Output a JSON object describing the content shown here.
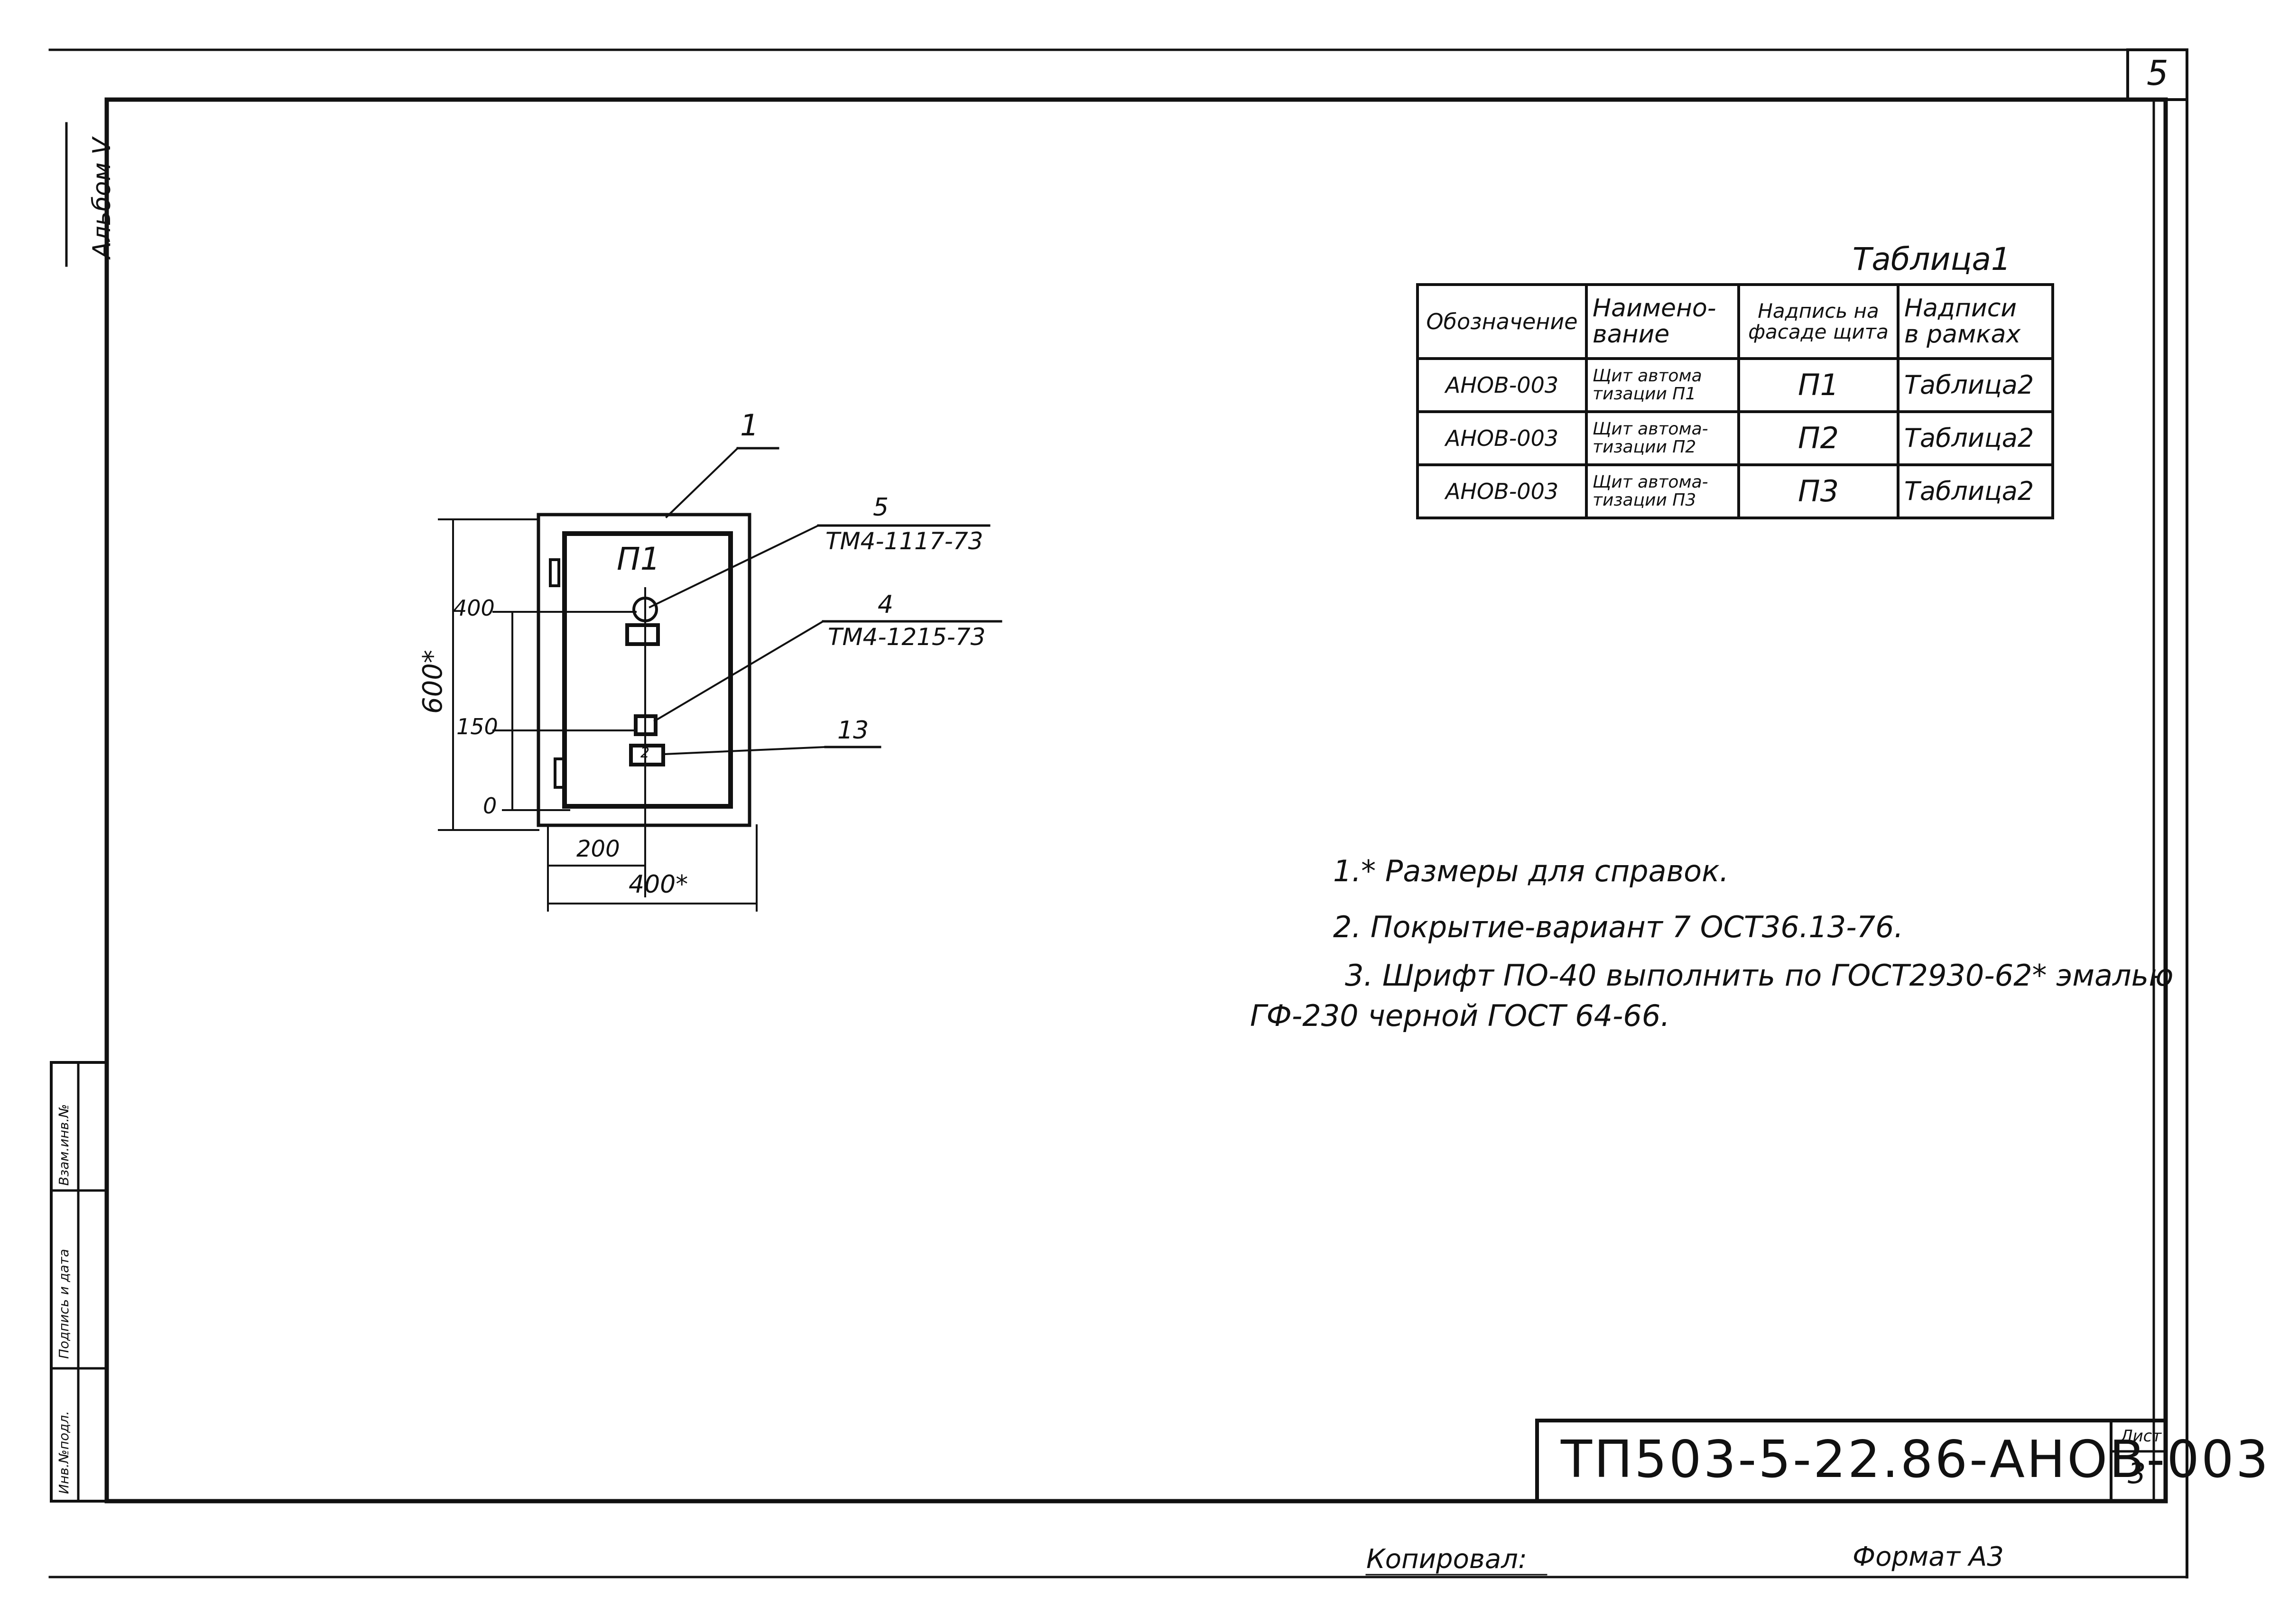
{
  "sheet_number": "5",
  "album_label": "Альбом V",
  "panel_drawing": {
    "callouts": {
      "item1": "1",
      "item5_number": "5",
      "item5_code": "ТМ4-1117-73",
      "item4_number": "4",
      "item4_code": "ТМ4-1215-73",
      "item13": "13"
    },
    "door_label": "П1",
    "door_plate_number": "2",
    "dimensions": {
      "height": "600*",
      "width": "400*",
      "offset_200": "200",
      "level_400": "400",
      "level_150": "150",
      "level_0": "0"
    }
  },
  "table": {
    "caption": "Таблица1",
    "headers": {
      "col1": "Обозначение",
      "col2_line1": "Наимено-",
      "col2_line2": "вание",
      "col3_line1": "Надпись на",
      "col3_line2": "фасаде щита",
      "col4_line1": "Надписи",
      "col4_line2": "в рамках"
    },
    "rows": [
      {
        "code": "АНОВ-003",
        "name_line1": "Щит автома",
        "name_line2": "тизации П1",
        "label": "П1",
        "frames": "Таблица2"
      },
      {
        "code": "АНОВ-003",
        "name_line1": "Щит автома-",
        "name_line2": "тизации П2",
        "label": "П2",
        "frames": "Таблица2"
      },
      {
        "code": "АНОВ-003",
        "name_line1": "Щит автома-",
        "name_line2": "тизации П3",
        "label": "П3",
        "frames": "Таблица2"
      }
    ]
  },
  "notes": {
    "n1": "1.* Размеры для справок.",
    "n2": "2. Покрытие-вариант 7 ОСТ36.13-76.",
    "n3_line1": "3. Шрифт ПО-40 выполнить по ГОСТ2930-62* эмалью",
    "n3_line2": "ГФ-230 черной ГОСТ 64-66."
  },
  "side_stamp": {
    "inv_podl": "Инв.№подл.",
    "signature_date": "Подпись и дата",
    "vzam_inv": "Взам.инв.№"
  },
  "title_block": {
    "designation": "ТП503-5-22.86-АНОВ-003",
    "sheet_label": "Лист",
    "sheet_value": "3"
  },
  "footer": {
    "copied": "Копировал:",
    "format": "Формат  А3"
  }
}
